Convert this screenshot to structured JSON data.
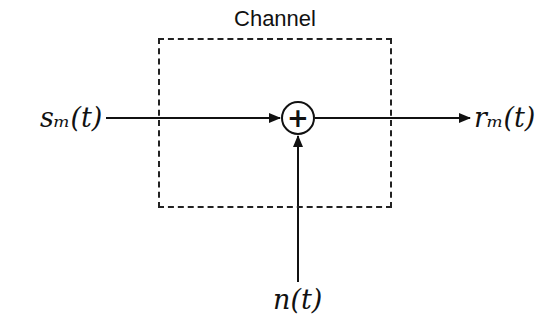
{
  "diagram": {
    "nodes": [
      {
        "text": [
          "Channel"
        ]
      },
      {
        "text": [
          "+"
        ],
        "in": 0
      }
    ],
    "labels": [
      "sₘ(t)",
      "rₘ(t)",
      "n(t)"
    ]
  }
}
